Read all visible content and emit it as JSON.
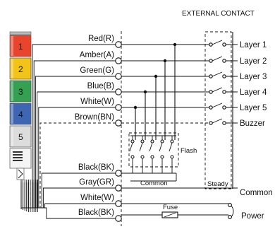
{
  "title": "EXTERNAL CONTACT",
  "tower": {
    "segments": [
      {
        "number": "1",
        "color": "#e9442c"
      },
      {
        "number": "2",
        "color": "#f2c417"
      },
      {
        "number": "3",
        "color": "#35a052"
      },
      {
        "number": "4",
        "color": "#3f66b3"
      },
      {
        "number": "5",
        "color": "#dcdcdc"
      }
    ]
  },
  "wires": [
    {
      "label": "Red(R)"
    },
    {
      "label": "Amber(A)"
    },
    {
      "label": "Green(G)"
    },
    {
      "label": "Blue(B)"
    },
    {
      "label": "White(W)"
    },
    {
      "label": "Brown(BN)"
    },
    {
      "label": "Black(BK)"
    },
    {
      "label": "Gray(GR)"
    },
    {
      "label": "White(W)"
    },
    {
      "label": "Black(BK)"
    }
  ],
  "outputs": [
    "Layer 1",
    "Layer 2",
    "Layer 3",
    "Layer 4",
    "Layer 5",
    "Buzzer"
  ],
  "steady_label": "Steady",
  "flash_label": "Flash",
  "common_inner_label": "Common",
  "common_label": "Common",
  "fuse_label": "Fuse",
  "power_label": "Power"
}
